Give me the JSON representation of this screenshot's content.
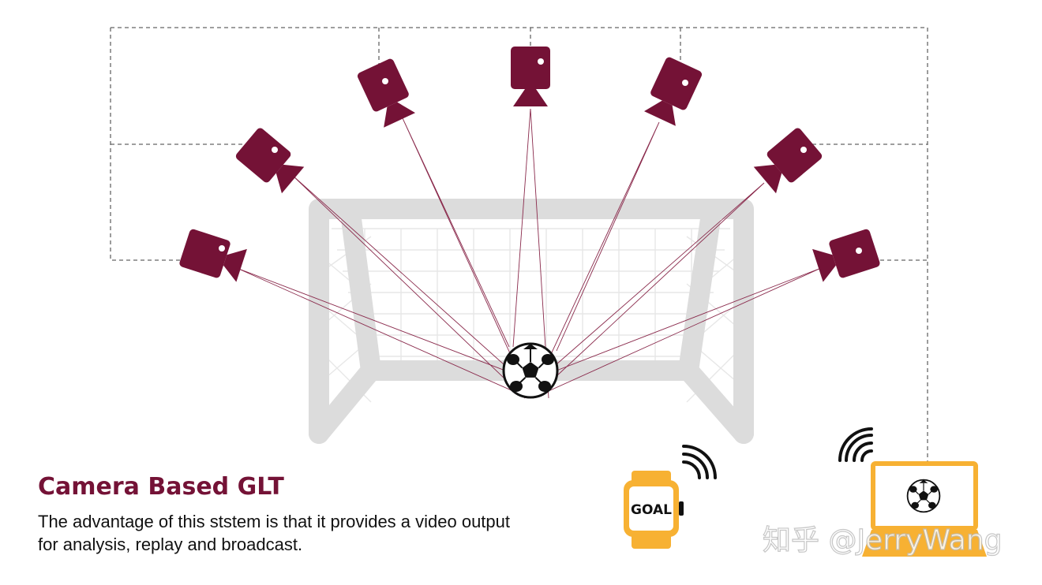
{
  "title": "Camera Based GLT",
  "description": "The advantage of this ststem is that it provides a video output for analysis, replay and broadcast.",
  "watch_label": "GOAL",
  "watermark": "知乎 @JerryWang",
  "colors": {
    "camera": "#741236",
    "title": "#741236",
    "sight_lines": "#8a2a4c",
    "goal_frame": "#dcdcdc",
    "device": "#f7b133",
    "dashed_lines": "#555555",
    "signal": "#111111"
  },
  "icons": {
    "cameras": "video-camera-icon",
    "ball": "soccer-ball-icon",
    "watch": "smartwatch-icon",
    "laptop": "laptop-icon",
    "signal": "wifi-signal-icon"
  }
}
